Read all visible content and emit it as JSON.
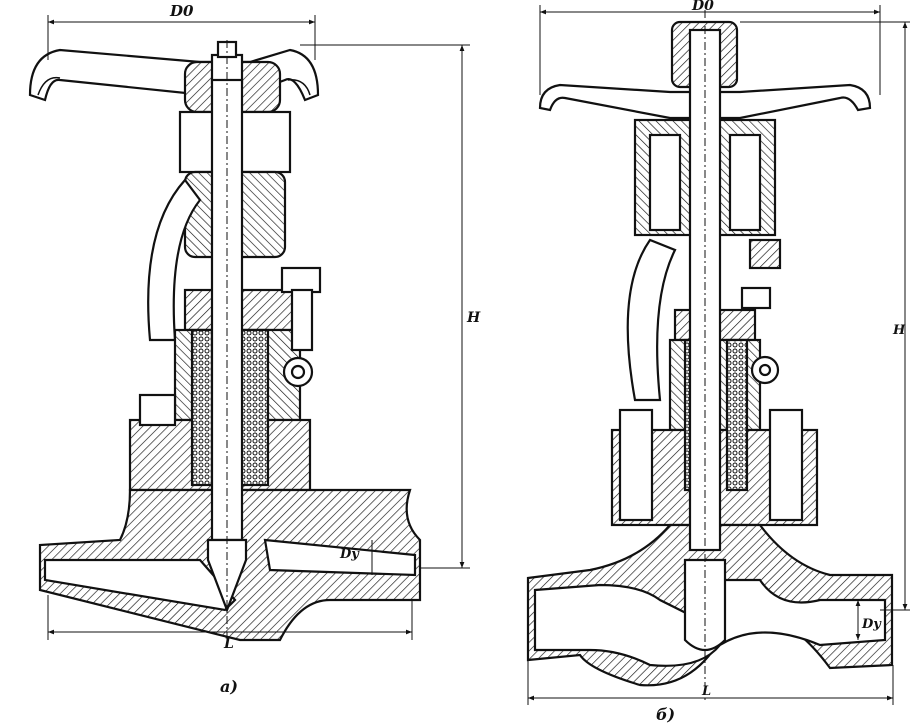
{
  "figure": {
    "valve_a": {
      "caption": "a)",
      "dimensions": {
        "handwheel_diameter": "D0",
        "height": "H",
        "length": "L",
        "nominal_bore": "Dy"
      }
    },
    "valve_b": {
      "caption": "б)",
      "dimensions": {
        "handwheel_diameter": "D0",
        "height": "H",
        "length": "L",
        "nominal_bore": "Dy"
      }
    }
  },
  "colors": {
    "ink": "#111111",
    "paper": "#ffffff"
  }
}
